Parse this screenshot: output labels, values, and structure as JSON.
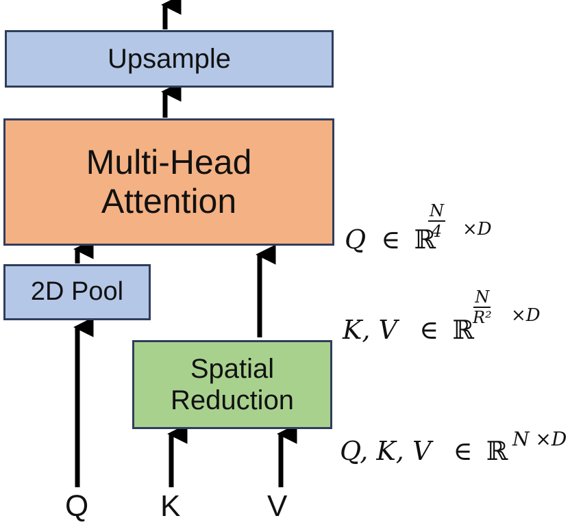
{
  "boxes": {
    "upsample": {
      "label": "Upsample",
      "fill": "#b4c7e7"
    },
    "multi_head_attention": {
      "line1": "Multi-Head",
      "line2": "Attention",
      "fill": "#f4b183"
    },
    "pool_2d": {
      "label": "2D Pool",
      "fill": "#b4c7e7"
    },
    "spatial_reduction": {
      "line1": "Spatial",
      "line2": "Reduction",
      "fill": "#a9d18e"
    }
  },
  "inputs": {
    "q": "Q",
    "k": "K",
    "v": "V"
  },
  "annotations": {
    "attn_query_shape": {
      "vars": "Q",
      "member": "∈",
      "set": "ℝ",
      "num": "N",
      "den": "4",
      "dim": "×D"
    },
    "reduced_kv_shape": {
      "vars": "K, V",
      "member": "∈",
      "set": "ℝ",
      "num": "N",
      "den": "R²",
      "dim": "×D"
    },
    "input_shape": {
      "vars": "Q, K, V",
      "member": "∈",
      "set": "ℝ",
      "exp": "N ×D"
    }
  },
  "colors": {
    "border": "#2f3d5c",
    "arrow": "#000000"
  }
}
